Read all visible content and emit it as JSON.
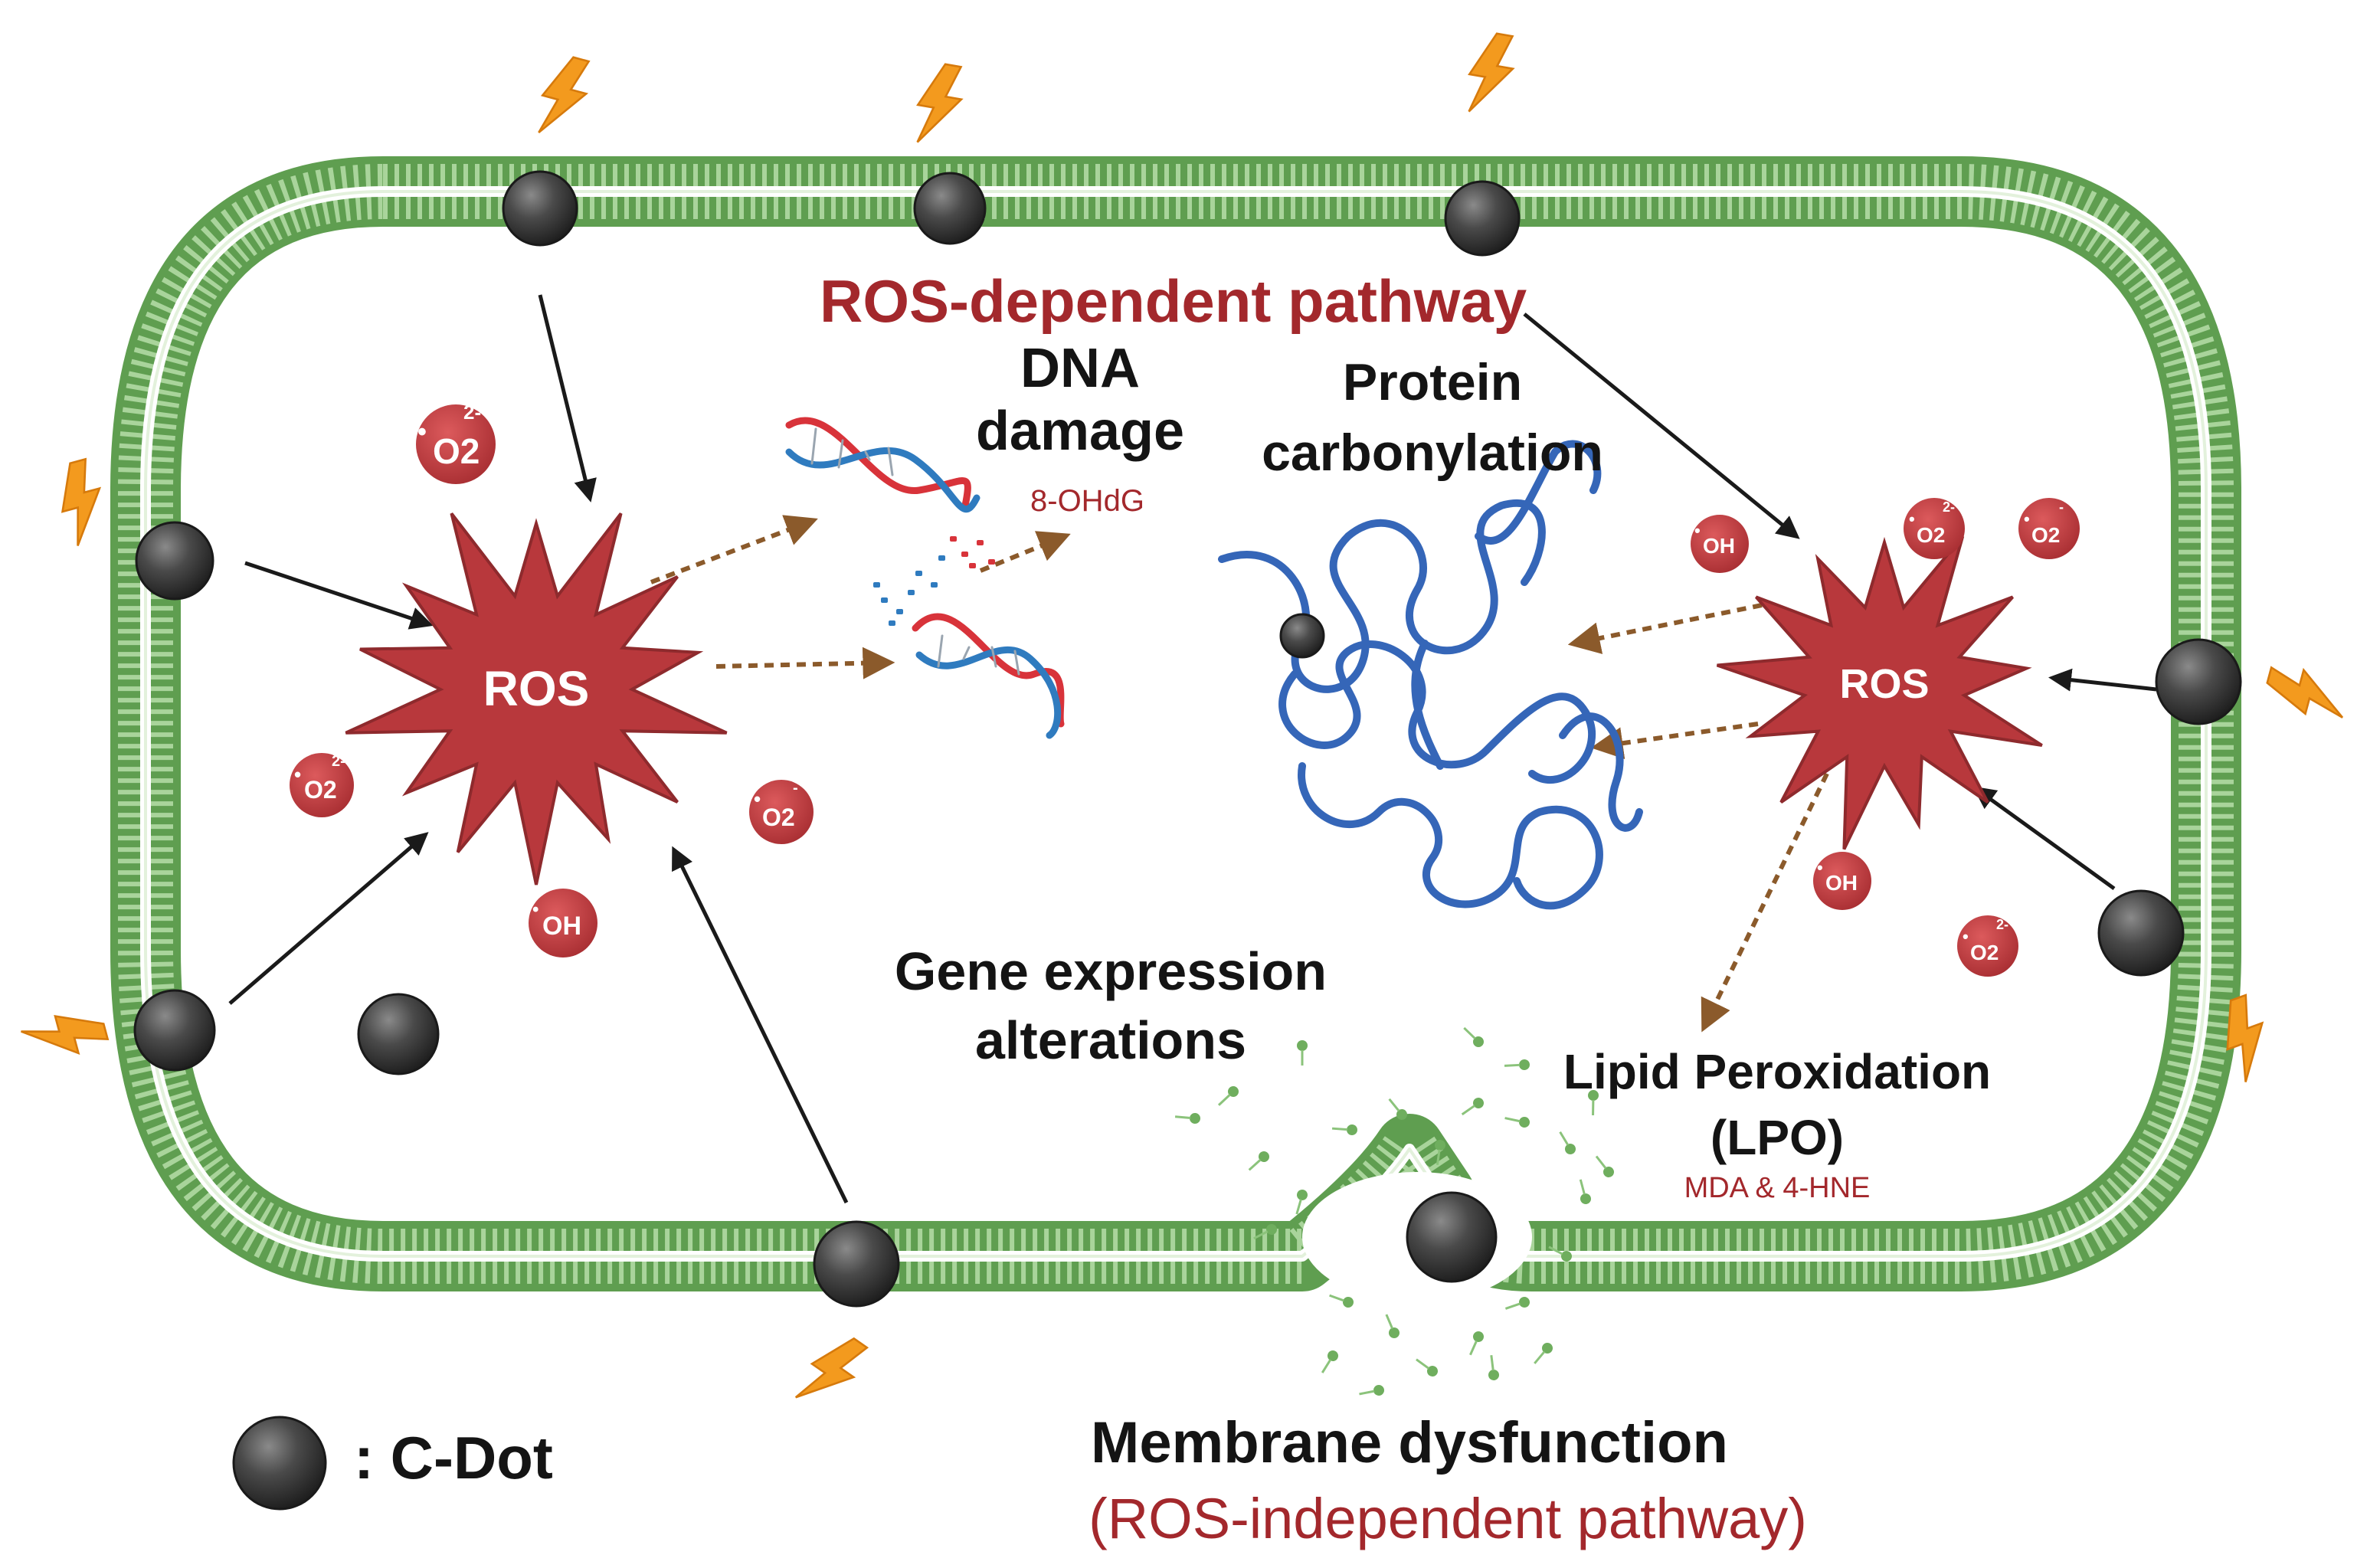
{
  "pathway_top": "ROS-dependent pathway",
  "dna": {
    "title": "DNA",
    "subtitle": "damage",
    "marker": "8-OHdG"
  },
  "protein": {
    "line1": "Protein",
    "line2": "carbonylation"
  },
  "ros_left": "ROS",
  "ros_right": "ROS",
  "radicals": {
    "superoxide": "O2",
    "superscript": "2-",
    "hydroxyl": "OH"
  },
  "gene": {
    "line1": "Gene expression",
    "line2": "alterations"
  },
  "lipid": {
    "line1": "Lipid Peroxidation",
    "line2": "(LPO)",
    "markers": "MDA & 4-HNE"
  },
  "membrane": {
    "line1": "Membrane  dysfunction",
    "line2": "(ROS-independent pathway)"
  },
  "legend": {
    "label": ": C-Dot"
  },
  "colors": {
    "membrane": "#7db56d",
    "ros": "#b8383c",
    "radical": "#c0393d",
    "cdot": "#3a3a3a",
    "dna_red": "#d8333a",
    "dna_blue": "#2f7bbf",
    "protein": "#3566b8",
    "arrow_brown": "#8b5a2b",
    "lightning": "#f39a1e",
    "label_red": "#a3282c"
  }
}
